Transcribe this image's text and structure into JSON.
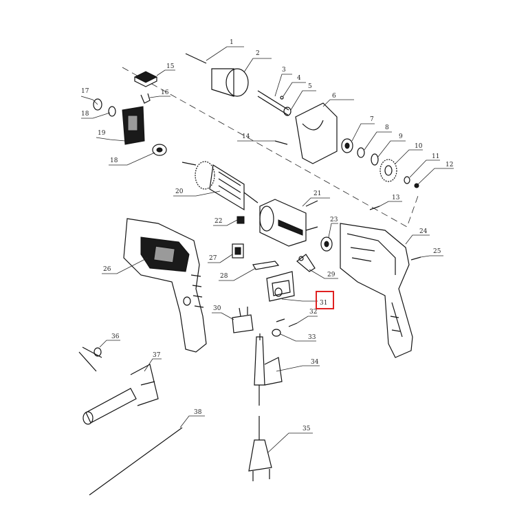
{
  "diagram": {
    "labels": [
      "1",
      "2",
      "3",
      "4",
      "5",
      "6",
      "7",
      "8",
      "9",
      "10",
      "11",
      "12",
      "13",
      "14",
      "15",
      "16",
      "17",
      "18",
      "18",
      "19",
      "20",
      "21",
      "22",
      "23",
      "24",
      "25",
      "26",
      "27",
      "28",
      "29",
      "30",
      "31",
      "32",
      "33",
      "34",
      "35",
      "36",
      "37",
      "38"
    ],
    "highlight_label": "31",
    "highlight_color": "#e02020",
    "line_color": "#111111"
  }
}
